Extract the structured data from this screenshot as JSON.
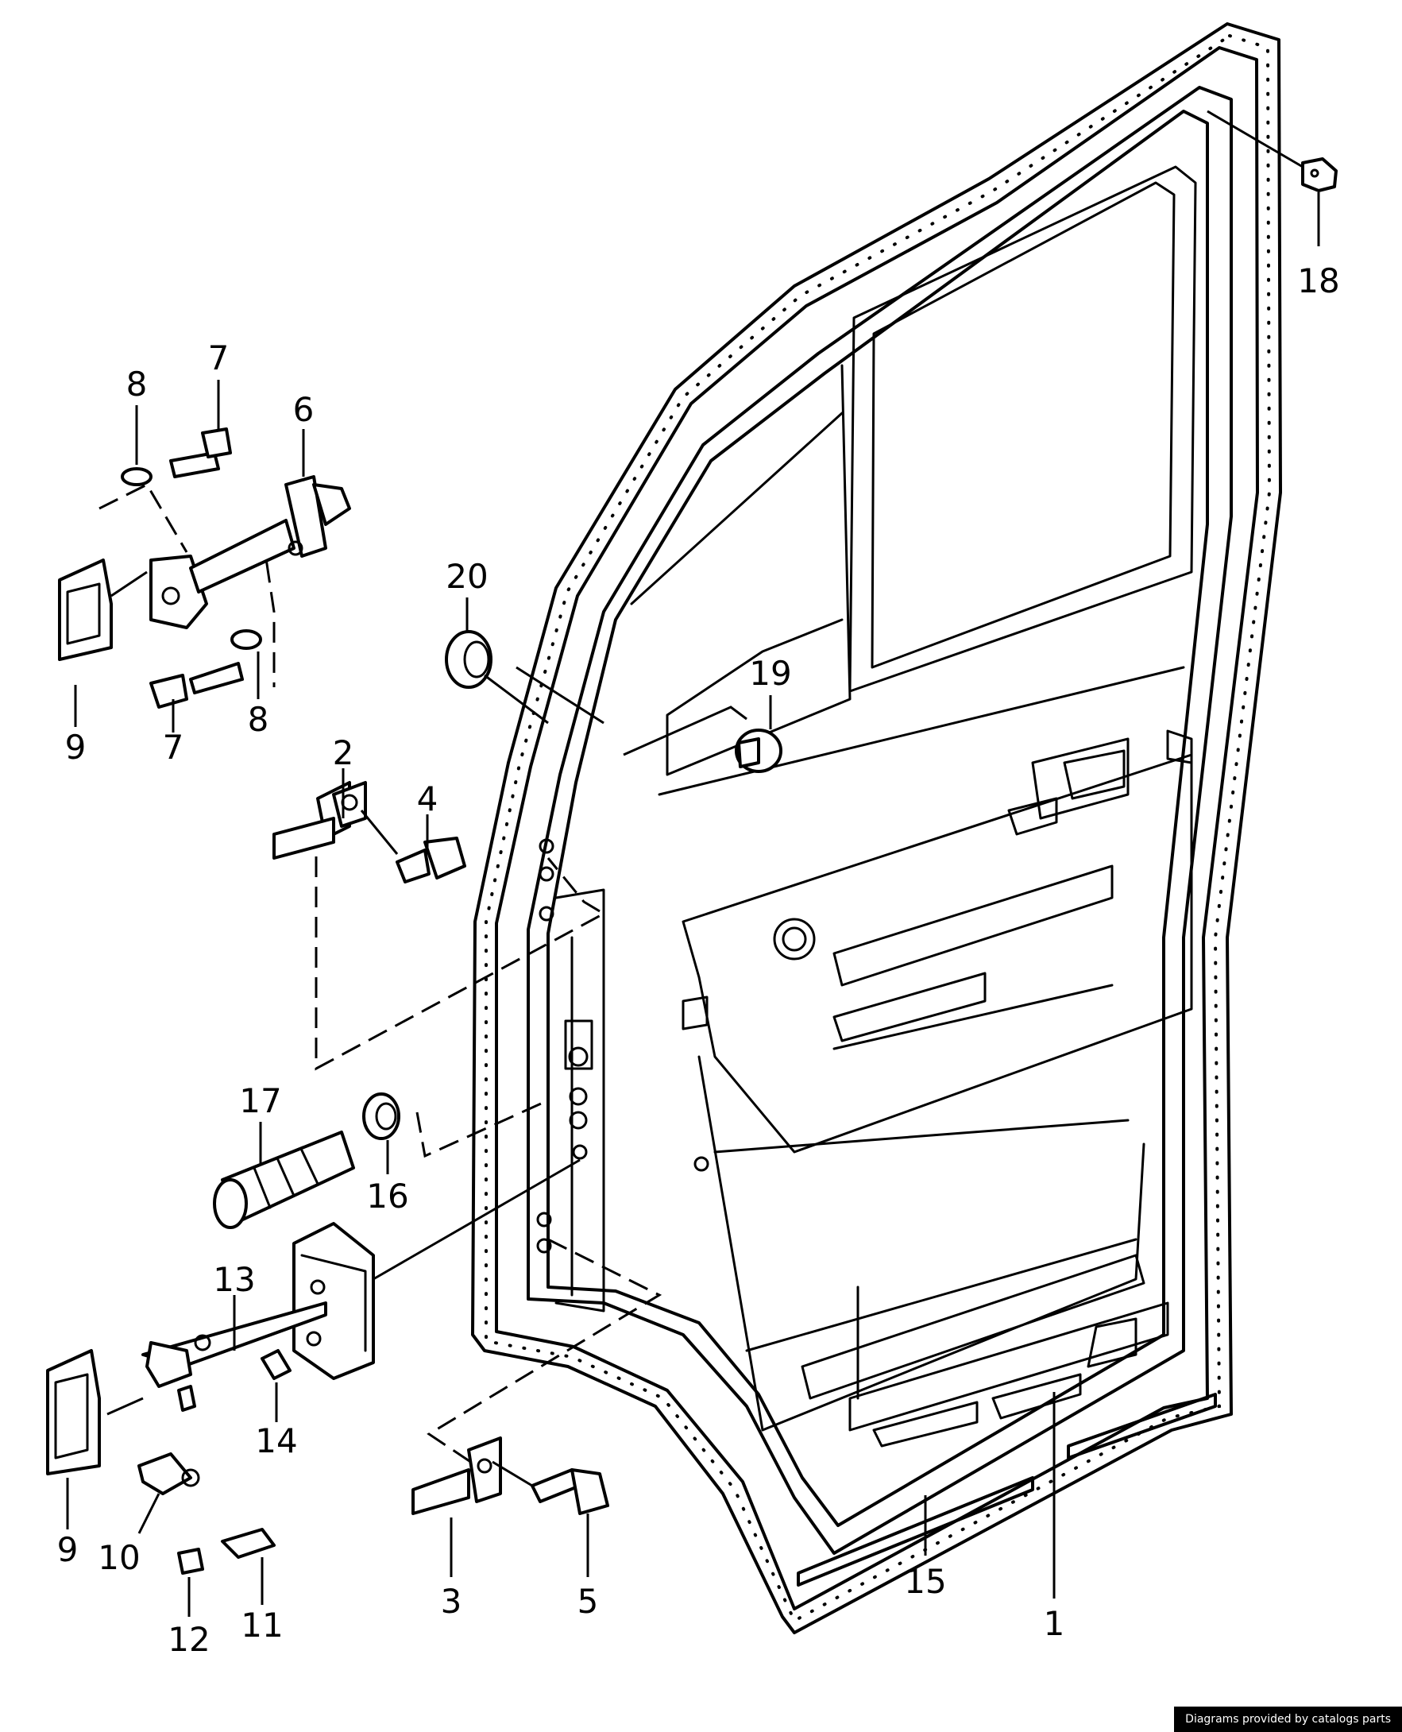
{
  "diagram": {
    "callouts": [
      {
        "id": "1",
        "label": "1"
      },
      {
        "id": "2",
        "label": "2"
      },
      {
        "id": "3",
        "label": "3"
      },
      {
        "id": "4",
        "label": "4"
      },
      {
        "id": "5",
        "label": "5"
      },
      {
        "id": "6",
        "label": "6"
      },
      {
        "id": "7a",
        "label": "7"
      },
      {
        "id": "7b",
        "label": "7"
      },
      {
        "id": "8a",
        "label": "8"
      },
      {
        "id": "8b",
        "label": "8"
      },
      {
        "id": "9a",
        "label": "9"
      },
      {
        "id": "9b",
        "label": "9"
      },
      {
        "id": "10",
        "label": "10"
      },
      {
        "id": "11",
        "label": "11"
      },
      {
        "id": "12",
        "label": "12"
      },
      {
        "id": "13",
        "label": "13"
      },
      {
        "id": "14",
        "label": "14"
      },
      {
        "id": "15",
        "label": "15"
      },
      {
        "id": "16",
        "label": "16"
      },
      {
        "id": "17",
        "label": "17"
      },
      {
        "id": "18",
        "label": "18"
      },
      {
        "id": "19",
        "label": "19"
      },
      {
        "id": "20",
        "label": "20"
      }
    ]
  },
  "footer": {
    "credit": "Diagrams provided by catalogs parts"
  }
}
